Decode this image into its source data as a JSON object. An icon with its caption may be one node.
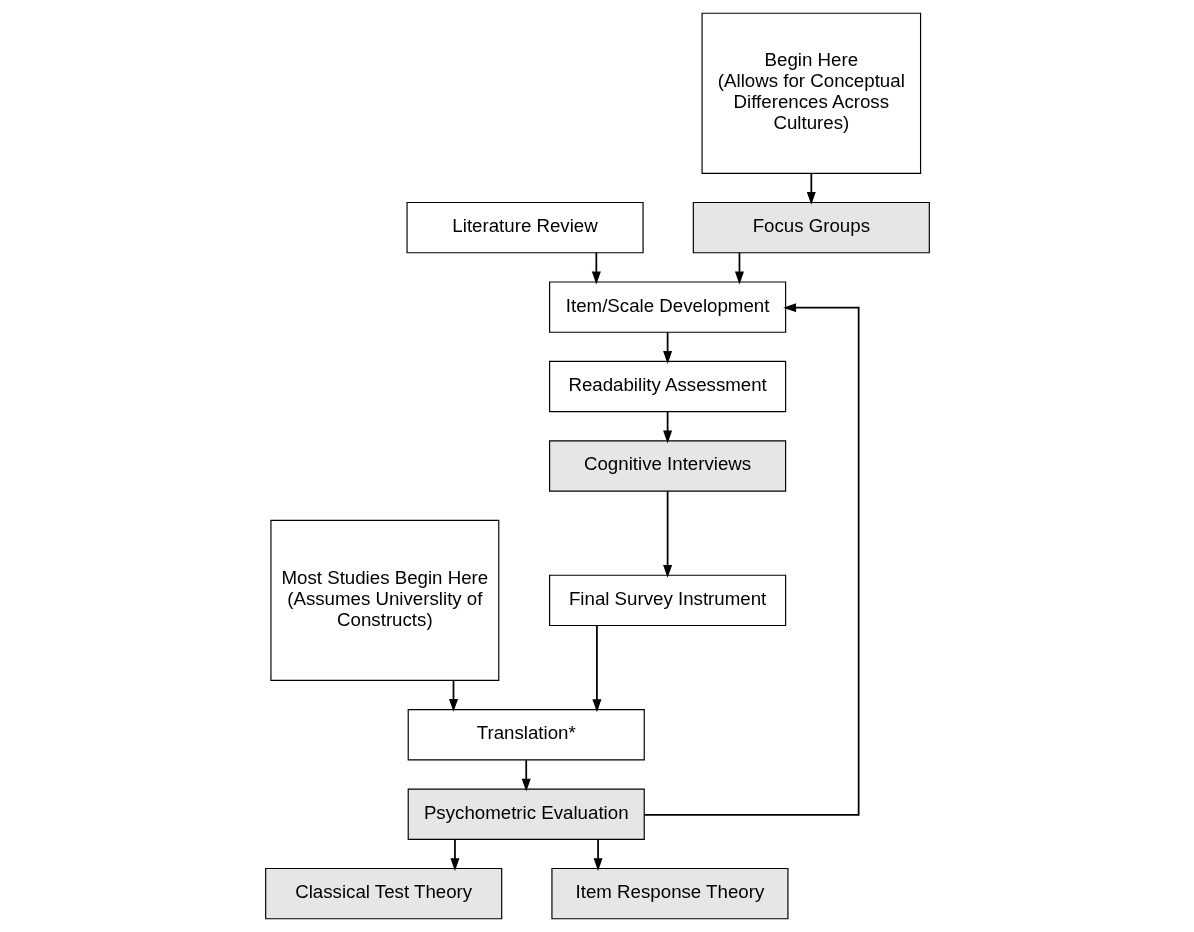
{
  "diagram": {
    "nodes": [
      {
        "text": [
          "Focus Groups"
        ]
      },
      {
        "text": [
          "Literature Review"
        ]
      },
      {
        "text": [
          "Begin Here",
          "(Allows for Conceptual Differences Across Cultures)"
        ]
      },
      {
        "text": [
          "Item/Scale Development"
        ]
      },
      {
        "text": [
          "Readability Assessment"
        ]
      },
      {
        "text": [
          "Cognitive Interviews"
        ]
      },
      {
        "text": [
          "Final Survey Instrument"
        ]
      },
      {
        "text": [
          "Most Studies Begin Here",
          "(Assumes Universlity of Constructs)"
        ]
      },
      {
        "text": [
          "Translation*"
        ]
      },
      {
        "text": [
          "Psychometric Evaluation"
        ]
      },
      {
        "text": [
          "Classical Test Theory"
        ]
      },
      {
        "text": [
          "Item Response Theory"
        ]
      }
    ],
    "edges": [
      {
        "from": 2,
        "to": 0,
        "arrow": "to"
      },
      {
        "from": 0,
        "to": 3,
        "arrow": "to"
      },
      {
        "from": 1,
        "to": 3,
        "arrow": "to"
      },
      {
        "from": 3,
        "to": 4,
        "arrow": "to"
      },
      {
        "from": 4,
        "to": 5,
        "arrow": "to"
      },
      {
        "from": 5,
        "to": 6,
        "arrow": "to"
      },
      {
        "from": 6,
        "to": 8,
        "arrow": "to"
      },
      {
        "from": 7,
        "to": 8,
        "arrow": "to"
      },
      {
        "from": 8,
        "to": 9,
        "arrow": "to"
      },
      {
        "from": 9,
        "to": 3,
        "arrow": "to"
      },
      {
        "from": 9,
        "to": 10,
        "arrow": "to"
      },
      {
        "from": 9,
        "to": 11,
        "arrow": "to"
      }
    ]
  }
}
